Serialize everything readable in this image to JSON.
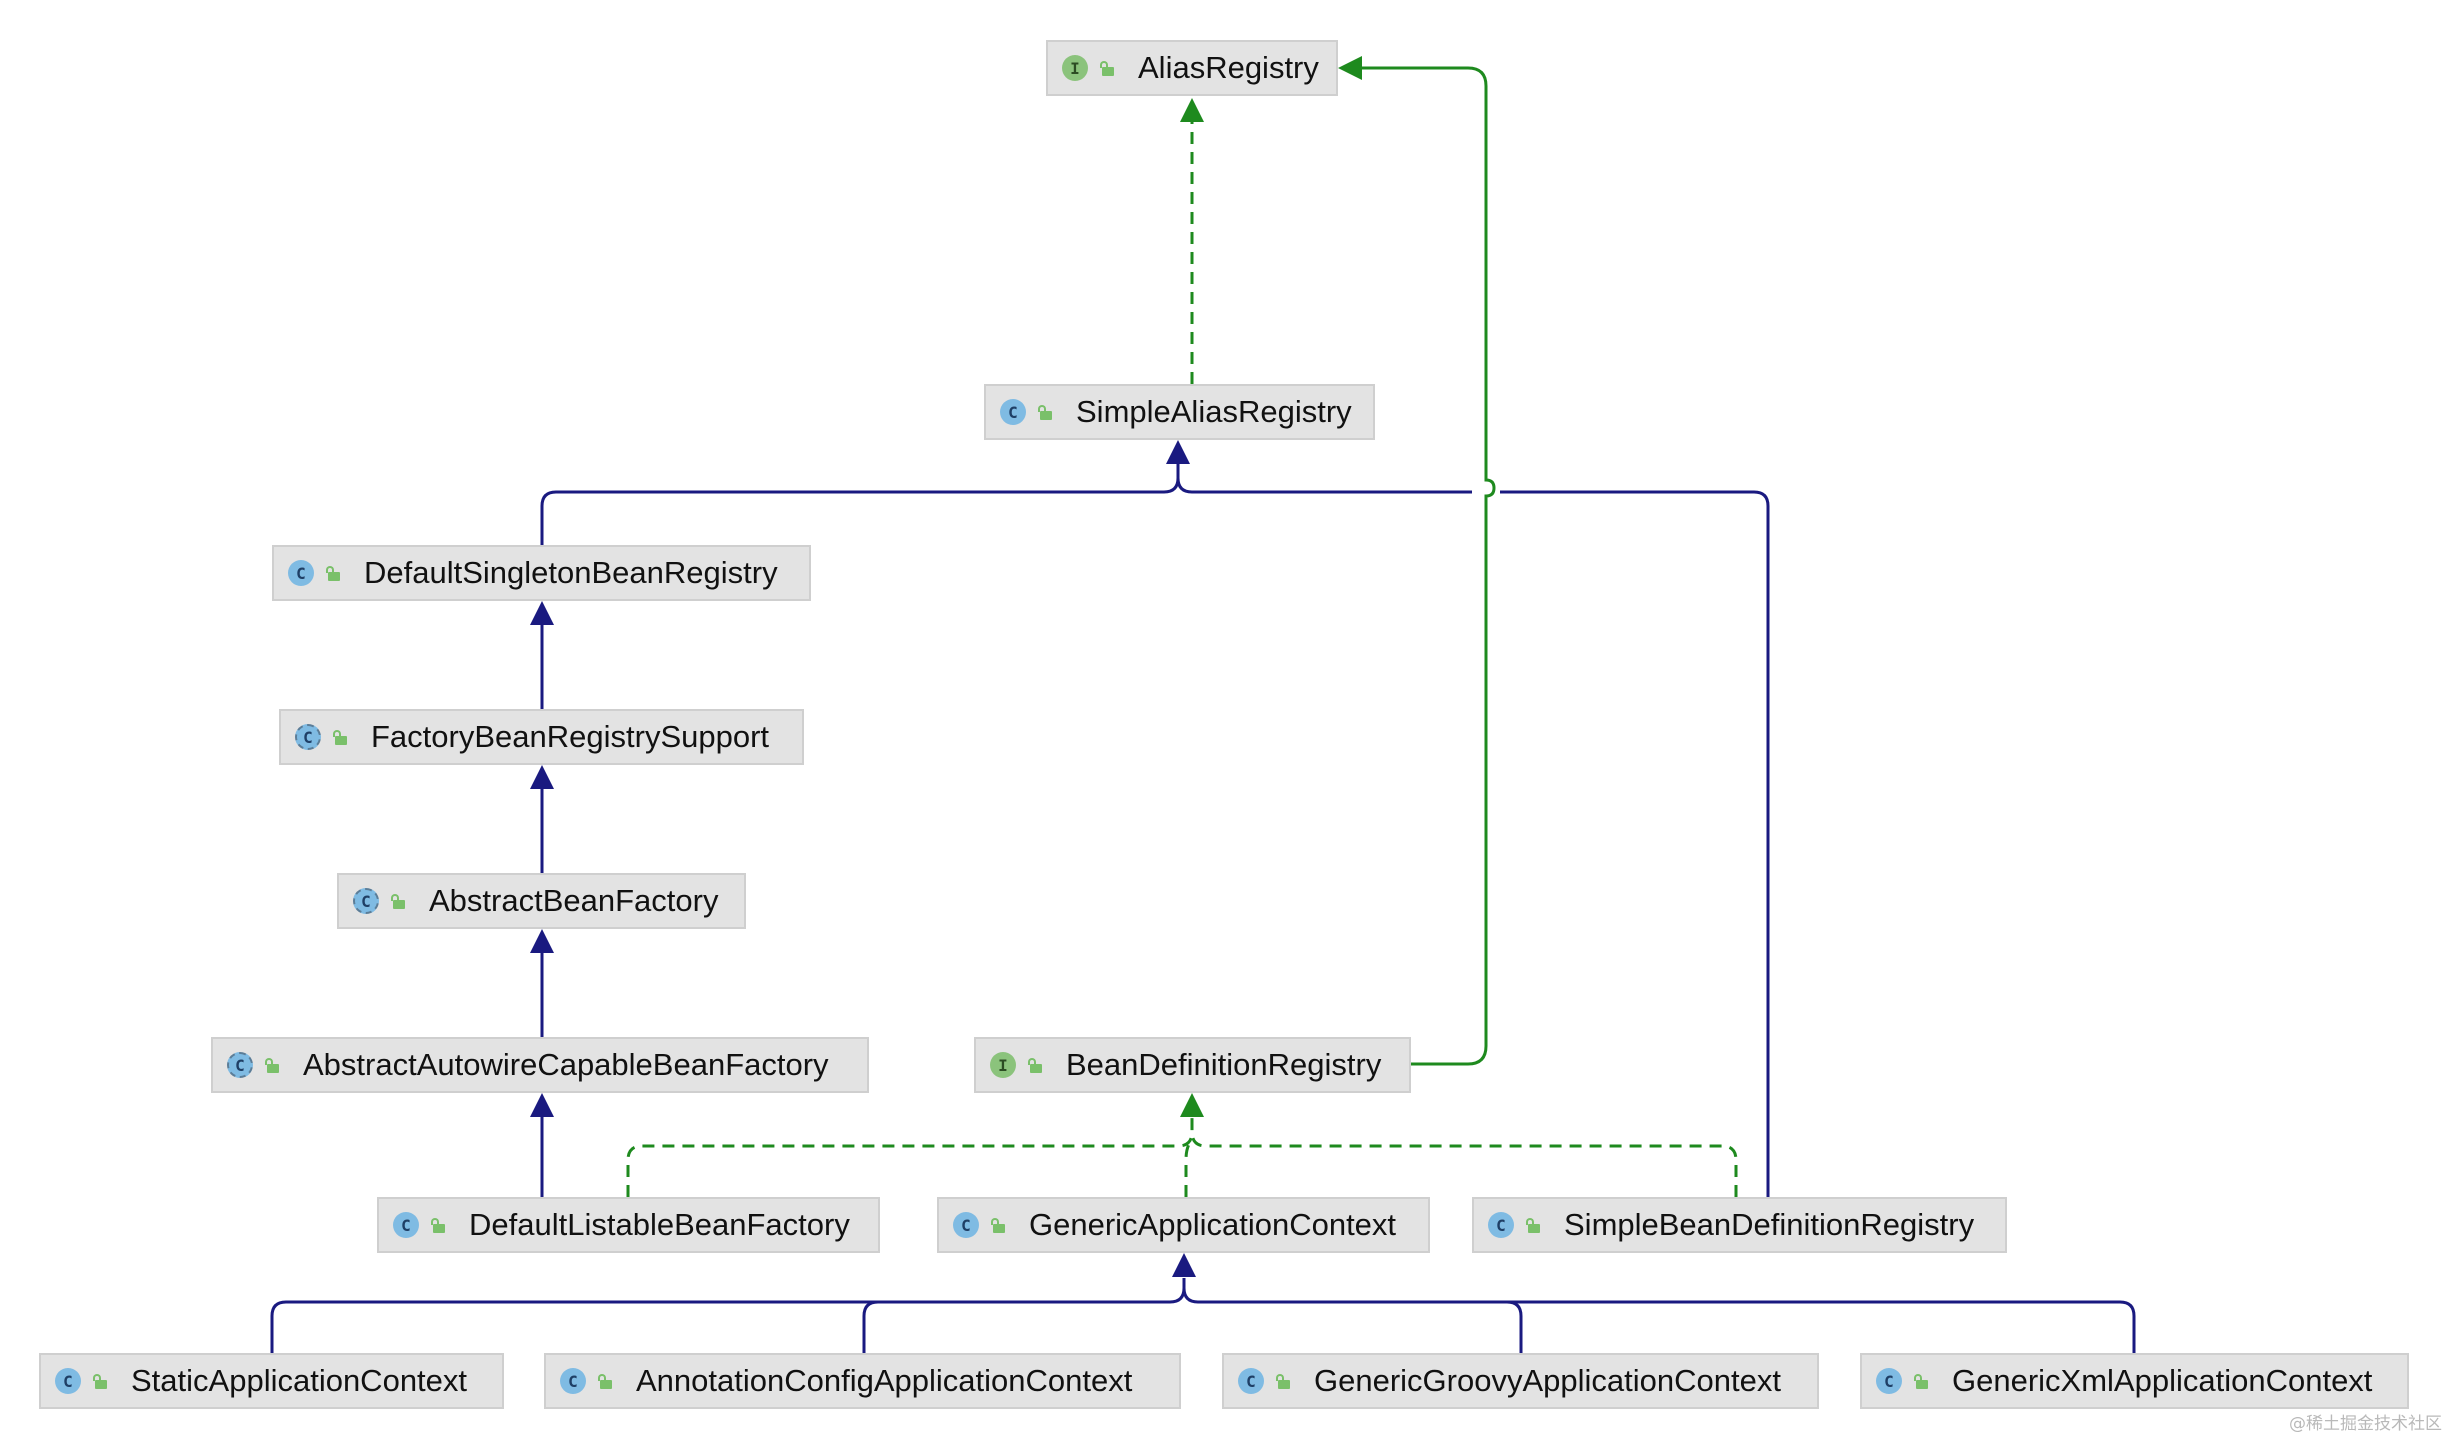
{
  "colors": {
    "extends_edge": "#1a1a80",
    "implements_edge": "#1e8a1e",
    "node_background": "#e3e3e3"
  },
  "nodes": [
    {
      "id": "AliasRegistry",
      "label": "AliasRegistry",
      "kind": "interface",
      "kind_glyph": "I",
      "access_icon": "public-icon"
    },
    {
      "id": "SimpleAliasRegistry",
      "label": "SimpleAliasRegistry",
      "kind": "class",
      "kind_glyph": "C",
      "access_icon": "public-icon"
    },
    {
      "id": "DefaultSingletonBeanRegistry",
      "label": "DefaultSingletonBeanRegistry",
      "kind": "class",
      "kind_glyph": "C",
      "access_icon": "public-icon"
    },
    {
      "id": "FactoryBeanRegistrySupport",
      "label": "FactoryBeanRegistrySupport",
      "kind": "abstract",
      "kind_glyph": "C",
      "access_icon": "public-icon"
    },
    {
      "id": "AbstractBeanFactory",
      "label": "AbstractBeanFactory",
      "kind": "abstract",
      "kind_glyph": "C",
      "access_icon": "public-icon"
    },
    {
      "id": "AbstractAutowireCapableBeanFactory",
      "label": "AbstractAutowireCapableBeanFactory",
      "kind": "abstract",
      "kind_glyph": "C",
      "access_icon": "public-icon"
    },
    {
      "id": "BeanDefinitionRegistry",
      "label": "BeanDefinitionRegistry",
      "kind": "interface",
      "kind_glyph": "I",
      "access_icon": "public-icon"
    },
    {
      "id": "DefaultListableBeanFactory",
      "label": "DefaultListableBeanFactory",
      "kind": "class",
      "kind_glyph": "C",
      "access_icon": "public-icon"
    },
    {
      "id": "GenericApplicationContext",
      "label": "GenericApplicationContext",
      "kind": "class",
      "kind_glyph": "C",
      "access_icon": "public-icon"
    },
    {
      "id": "SimpleBeanDefinitionRegistry",
      "label": "SimpleBeanDefinitionRegistry",
      "kind": "class",
      "kind_glyph": "C",
      "access_icon": "public-icon"
    },
    {
      "id": "StaticApplicationContext",
      "label": "StaticApplicationContext",
      "kind": "class",
      "kind_glyph": "C",
      "access_icon": "public-icon"
    },
    {
      "id": "AnnotationConfigApplicationContext",
      "label": "AnnotationConfigApplicationContext",
      "kind": "class",
      "kind_glyph": "C",
      "access_icon": "public-icon"
    },
    {
      "id": "GenericGroovyApplicationContext",
      "label": "GenericGroovyApplicationContext",
      "kind": "class",
      "kind_glyph": "C",
      "access_icon": "public-icon"
    },
    {
      "id": "GenericXmlApplicationContext",
      "label": "GenericXmlApplicationContext",
      "kind": "class",
      "kind_glyph": "C",
      "access_icon": "public-icon"
    }
  ],
  "edges": [
    {
      "from": "SimpleAliasRegistry",
      "to": "AliasRegistry",
      "type": "implements"
    },
    {
      "from": "BeanDefinitionRegistry",
      "to": "AliasRegistry",
      "type": "extends-interface"
    },
    {
      "from": "DefaultSingletonBeanRegistry",
      "to": "SimpleAliasRegistry",
      "type": "extends"
    },
    {
      "from": "SimpleBeanDefinitionRegistry",
      "to": "SimpleAliasRegistry",
      "type": "extends"
    },
    {
      "from": "FactoryBeanRegistrySupport",
      "to": "DefaultSingletonBeanRegistry",
      "type": "extends"
    },
    {
      "from": "AbstractBeanFactory",
      "to": "FactoryBeanRegistrySupport",
      "type": "extends"
    },
    {
      "from": "AbstractAutowireCapableBeanFactory",
      "to": "AbstractBeanFactory",
      "type": "extends"
    },
    {
      "from": "DefaultListableBeanFactory",
      "to": "AbstractAutowireCapableBeanFactory",
      "type": "extends"
    },
    {
      "from": "DefaultListableBeanFactory",
      "to": "BeanDefinitionRegistry",
      "type": "implements"
    },
    {
      "from": "GenericApplicationContext",
      "to": "BeanDefinitionRegistry",
      "type": "implements"
    },
    {
      "from": "SimpleBeanDefinitionRegistry",
      "to": "BeanDefinitionRegistry",
      "type": "implements"
    },
    {
      "from": "StaticApplicationContext",
      "to": "GenericApplicationContext",
      "type": "extends"
    },
    {
      "from": "AnnotationConfigApplicationContext",
      "to": "GenericApplicationContext",
      "type": "extends"
    },
    {
      "from": "GenericGroovyApplicationContext",
      "to": "GenericApplicationContext",
      "type": "extends"
    },
    {
      "from": "GenericXmlApplicationContext",
      "to": "GenericApplicationContext",
      "type": "extends"
    }
  ],
  "watermark": "@稀土掘金技术社区"
}
